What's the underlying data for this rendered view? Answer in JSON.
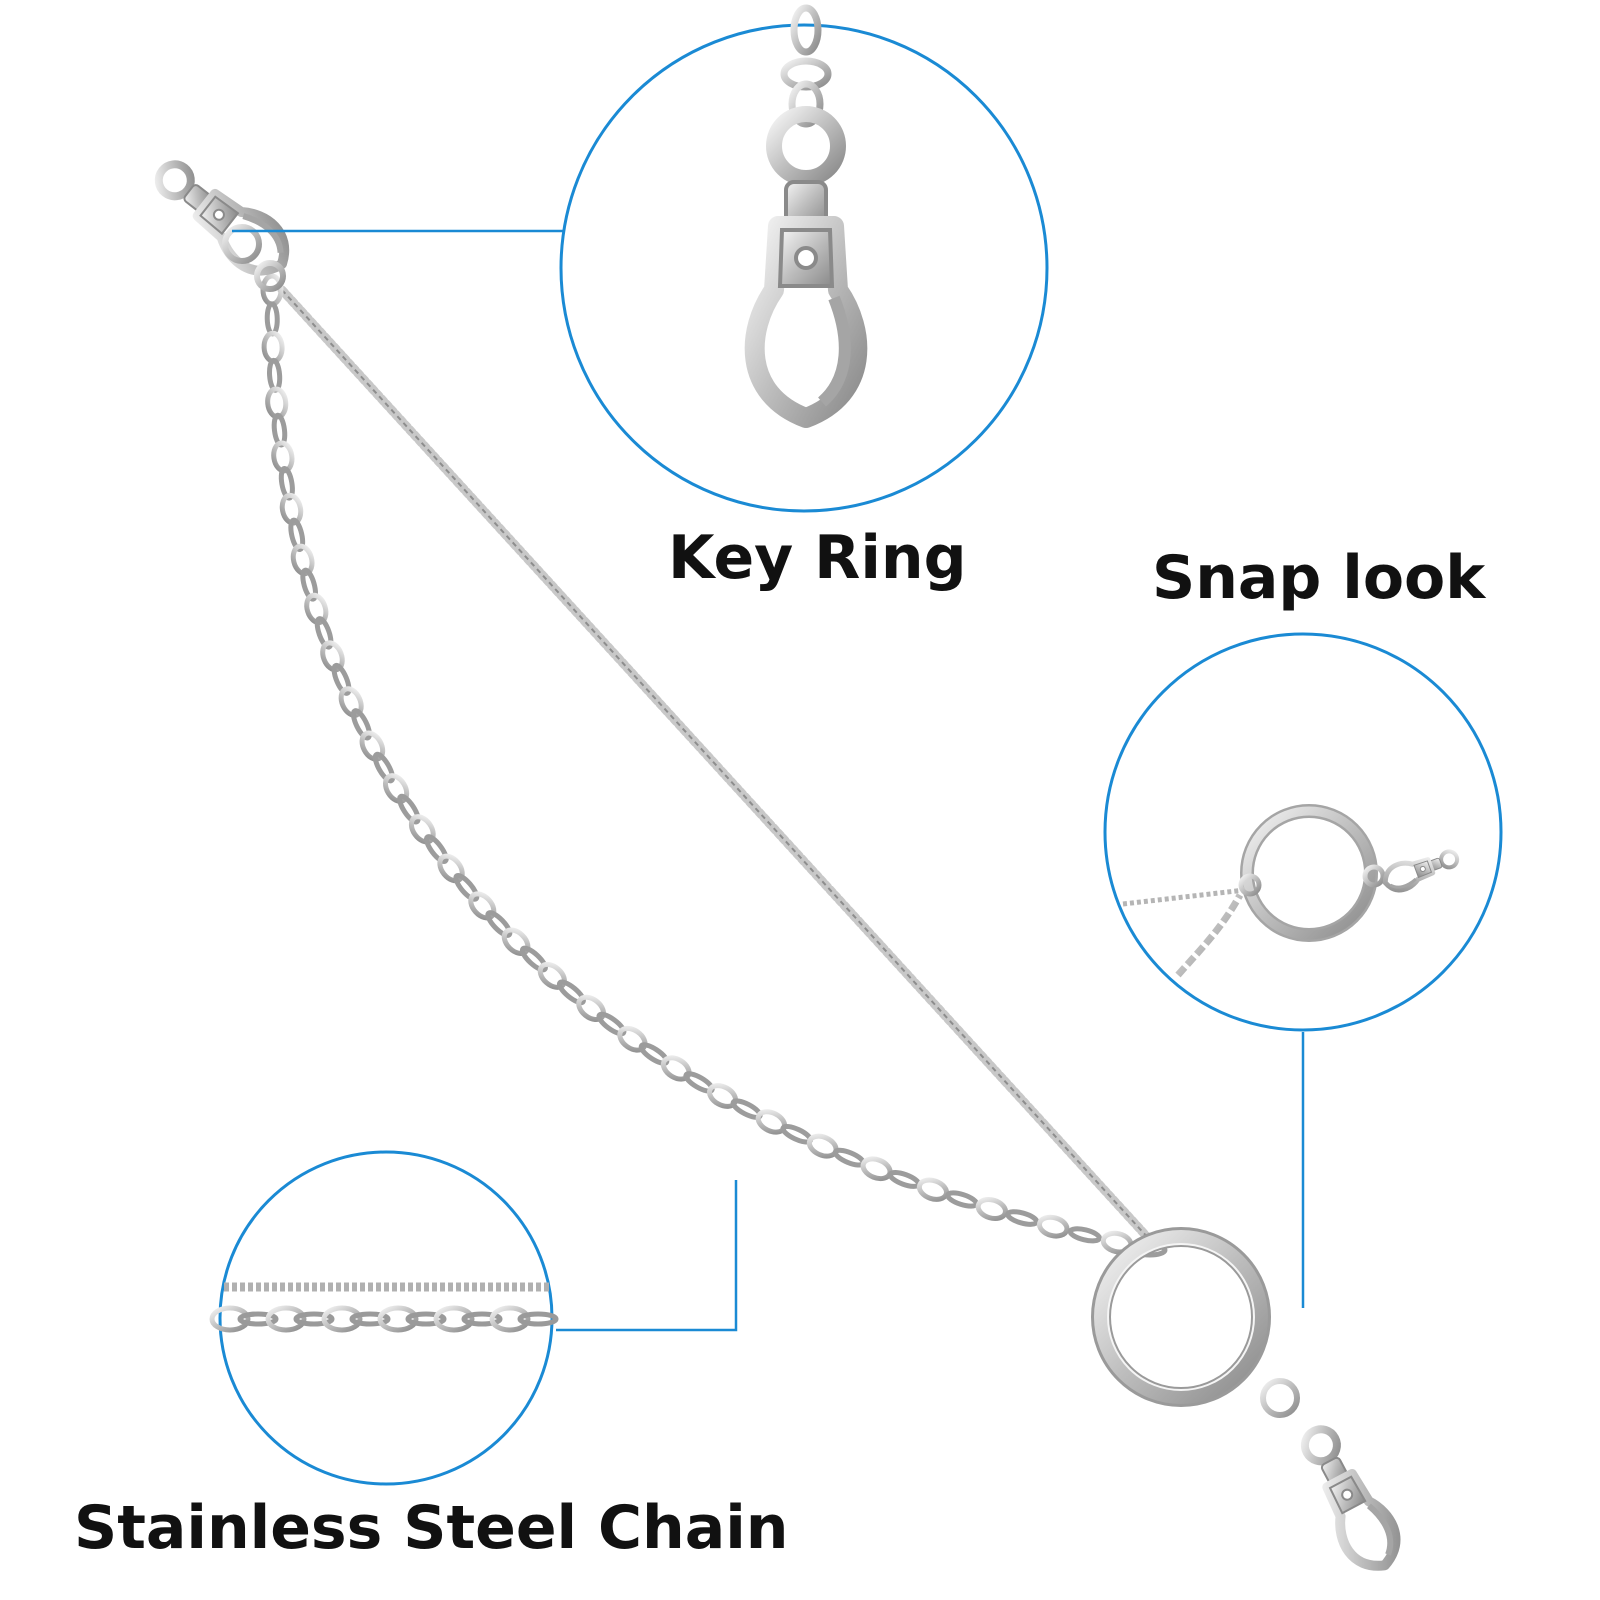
{
  "labels": {
    "key_ring": "Key Ring",
    "snap_look": "Snap look",
    "chain": "Stainless Steel Chain"
  },
  "colors": {
    "callout_blue": "#1a8ad4",
    "metal_light": "#e6e6e6",
    "metal_mid": "#b9b9b9",
    "metal_dark": "#7d7d7d",
    "text": "#111111",
    "background": "#ffffff"
  },
  "icons": {
    "swivel_clasp": "lobster-clasp-icon",
    "split_ring": "key-ring-icon",
    "chain": "chain-icon"
  }
}
